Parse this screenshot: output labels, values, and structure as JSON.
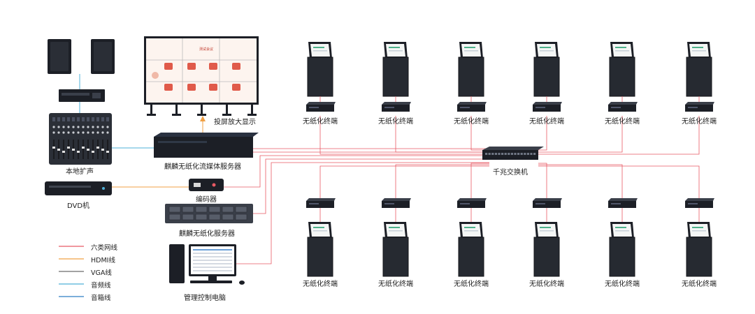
{
  "colors": {
    "cat6": "#e85a64",
    "hdmi": "#f0a044",
    "vga": "#6a6a6a",
    "audio": "#4eb0d8",
    "speaker": "#2f7fc4",
    "device": "#1c1f26",
    "screen": "#f4f6f5"
  },
  "labels": {
    "projection": "投屏放大显示",
    "local_pa": "本地扩声",
    "streaming_server": "麒麟无纸化流媒体服务器",
    "encoder": "编码器",
    "dvd": "DVD机",
    "paperless_server": "麒麟无纸化服务器",
    "pc": "管理控制电脑",
    "switch": "千兆交换机",
    "terminal": "无纸化终端"
  },
  "screen_text": {
    "title": "测试会议"
  },
  "legend": [
    {
      "label": "六类网线",
      "color": "#e85a64"
    },
    {
      "label": "HDMI线",
      "color": "#f0a044"
    },
    {
      "label": "VGA线",
      "color": "#6a6a6a"
    },
    {
      "label": "音频线",
      "color": "#4eb0d8"
    },
    {
      "label": "音箱线",
      "color": "#2f7fc4"
    }
  ],
  "terminals": {
    "top_row_count": 6,
    "bottom_row_count": 6
  }
}
